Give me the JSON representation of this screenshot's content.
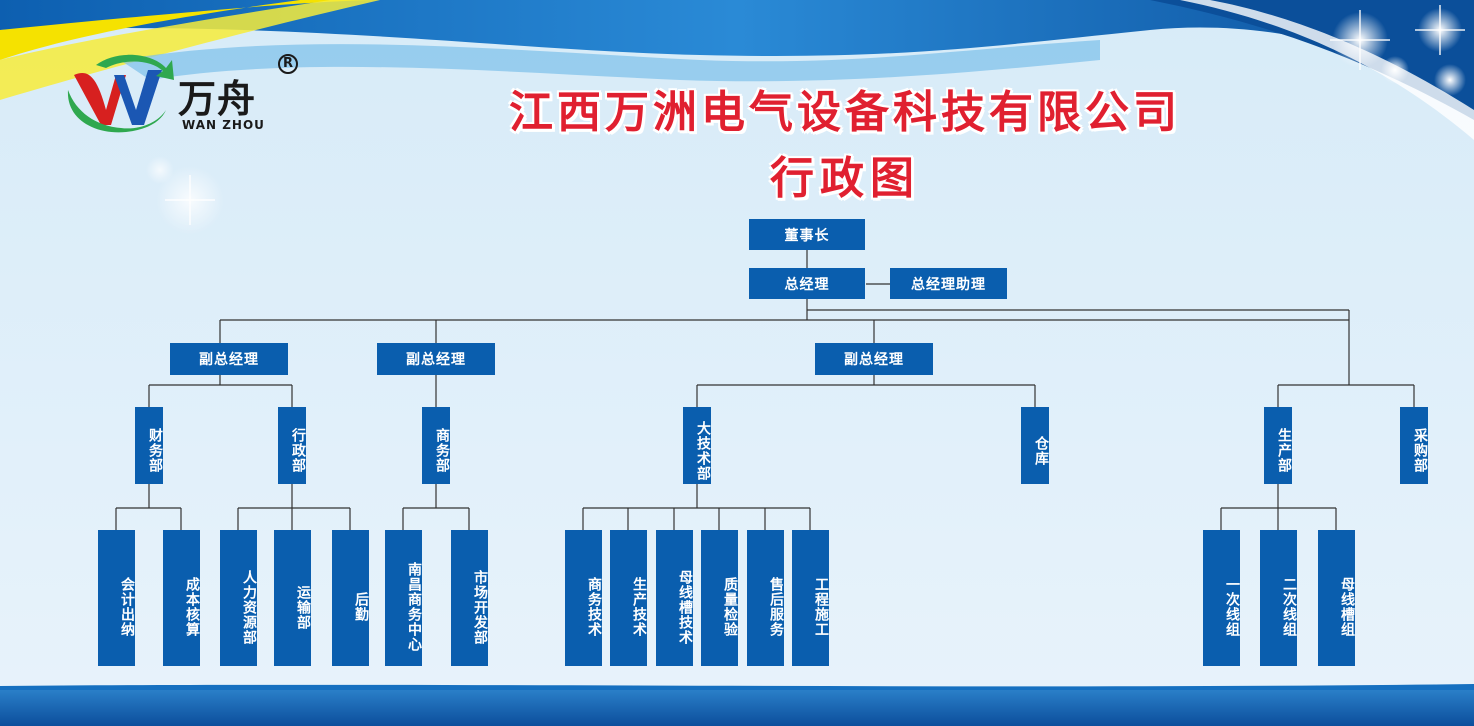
{
  "header": {
    "logo": {
      "name_cn": "万舟",
      "name_en": "WAN ZHOU",
      "registered": "R"
    },
    "company": "江西万洲电气设备科技有限公司",
    "subtitle": "行政图"
  },
  "org": {
    "chairman": "董事长",
    "gm": "总经理",
    "gm_assistant": "总经理助理",
    "vp1": "副总经理",
    "vp2": "副总经理",
    "vp3": "副总经理",
    "finance": "财务部",
    "admin": "行政部",
    "business": "商务部",
    "tech": "大技术部",
    "warehouse": "仓库",
    "production": "生产部",
    "purchasing": "采购部",
    "accounting": "会计出纳",
    "costing": "成本核算",
    "hr": "人力资源部",
    "transport": "运输部",
    "logistics": "后勤",
    "nanchang": "南昌商务中心",
    "market": "市场开发部",
    "biz_tech": "商务技术",
    "prod_tech": "生产技术",
    "busbar_tech": "母线槽技术",
    "qa": "质量检验",
    "after_sales": "售后服务",
    "engineering": "工程施工",
    "group_primary": "一次线组",
    "group_secondary": "二次线组",
    "group_busbar": "母线槽组"
  },
  "colors": {
    "box": "#0a5eae",
    "title": "#e02030",
    "line": "#333333",
    "background": "#ddeef8"
  }
}
